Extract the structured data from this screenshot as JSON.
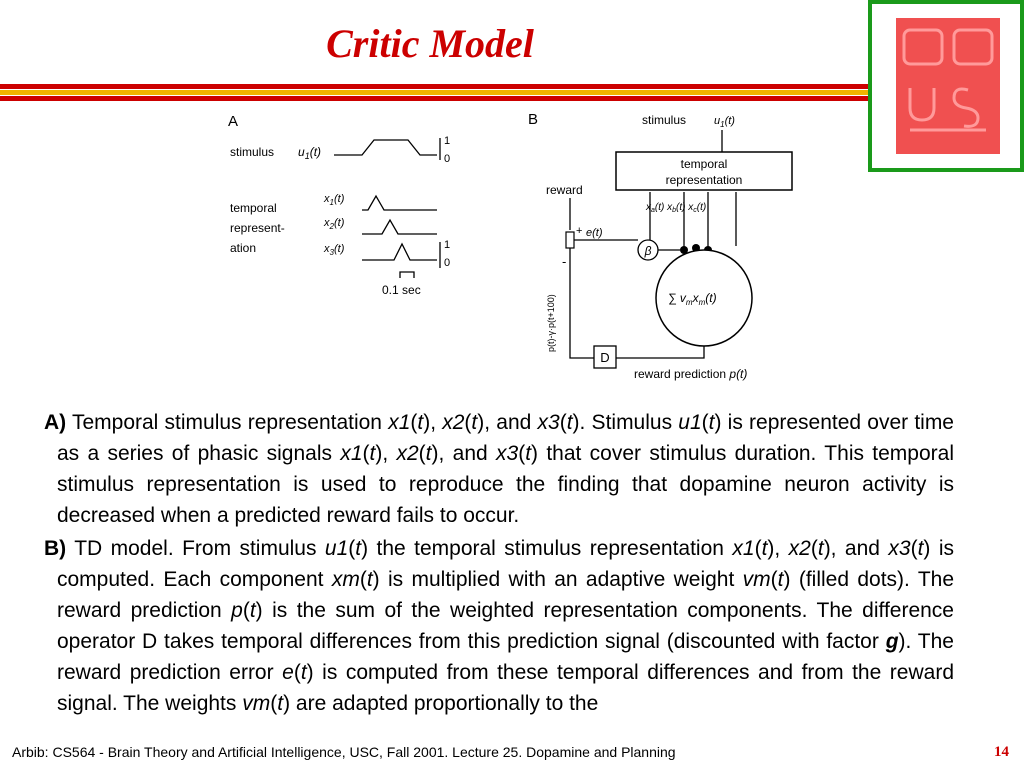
{
  "slide": {
    "title": "Critic Model",
    "page_number": "14",
    "footer": "Arbib: CS564 - Brain Theory and Artificial Intelligence,  USC, Fall 2001. Lecture 25. Dopamine and Planning"
  },
  "figure": {
    "panel_a": {
      "label": "A",
      "stimulus_label": "stimulus",
      "stimulus_var": "u",
      "stimulus_sub": "1",
      "temporal_label_1": "temporal",
      "temporal_label_2": "represent-",
      "temporal_label_3": "ation",
      "x1": "x",
      "x1_sub": "1",
      "x2": "x",
      "x2_sub": "2",
      "x3": "x",
      "x3_sub": "3",
      "tick_one": "1",
      "tick_zero": "0",
      "tick_one_b": "1",
      "tick_zero_b": "0",
      "time_scale": "0.1 sec"
    },
    "panel_b": {
      "label": "B",
      "stimulus_label": "stimulus",
      "temporal_box_1": "temporal",
      "temporal_box_2": "representation",
      "reward_label": "reward",
      "plus": "+",
      "minus": "-",
      "error_label": "e(t)",
      "beta": "β",
      "vertical_label": "p(t)-γ·p(t+100)",
      "d_box": "D",
      "reward_prediction_label": "reward prediction",
      "reward_prediction_var": "p(t)"
    }
  },
  "paragraphs": {
    "a": {
      "label": "A)",
      "s1": " Temporal stimulus representation ",
      "x1": "x1",
      "p1": "(",
      "t1": "t",
      "p2": "),",
      "s2": " ",
      "x2": "x2",
      "p3": "(",
      "t2": "t",
      "p4": "),",
      "s3": " and ",
      "x3": "x3",
      "p5": "(",
      "t3": "t",
      "p6": ").",
      "s4": " Stimulus ",
      "u1": "u1",
      "p7": "(",
      "t4": "t",
      "p8": ")",
      "s5": " is represented over time as a series of phasic signals ",
      "x1b": "x1",
      "p9": "(",
      "t5": "t",
      "p10": "),",
      "s6": " ",
      "x2b": "x2",
      "p11": "(",
      "t6": "t",
      "p12": "),",
      "s7": " and ",
      "x3b": "x3",
      "p13": "(",
      "t7": "t",
      "p14": ")",
      "s8": " that cover stimulus duration. This temporal stimulus representation is used to reproduce the finding that dopamine neuron activity is decreased when a predicted reward fails to occur."
    },
    "b": {
      "label": "B)",
      "s1": " TD model. From stimulus ",
      "u1": "u1",
      "p1": "(",
      "t1": "t",
      "p2": ")",
      "s2": " the temporal stimulus representation ",
      "x1": "x1",
      "p3": "(",
      "t2": "t",
      "p4": "),",
      "s3": " ",
      "x2": "x2",
      "p5": "(",
      "t3": "t",
      "p6": "),",
      "s4": " and ",
      "x3": "x3",
      "p7": "(",
      "t4": "t",
      "p8": ")",
      "s5": " is computed. Each component ",
      "xm": "xm",
      "p9": "(",
      "t5": "t",
      "p10": ")",
      "s6": " is multiplied with an adaptive weight ",
      "vm": "vm",
      "p11": "(",
      "t6": "t",
      "p12": ")",
      "s7": " (filled dots). The reward prediction ",
      "p": "p",
      "p13": "(",
      "t7": "t",
      "p14": ")",
      "s8": " is the sum of the weighted representation components. The difference operator D takes temporal differences from this prediction signal (discounted with factor ",
      "g": "g",
      "s9": "). The reward prediction error ",
      "e": "e",
      "p15": "(",
      "t8": "t",
      "p16": ")",
      "s10": " is computed from these temporal differences and from the reward signal. The weights ",
      "vm2": "vm",
      "p17": "(",
      "t9": "t",
      "p18": ")",
      "s11": " are adapted proportionally to the"
    }
  }
}
